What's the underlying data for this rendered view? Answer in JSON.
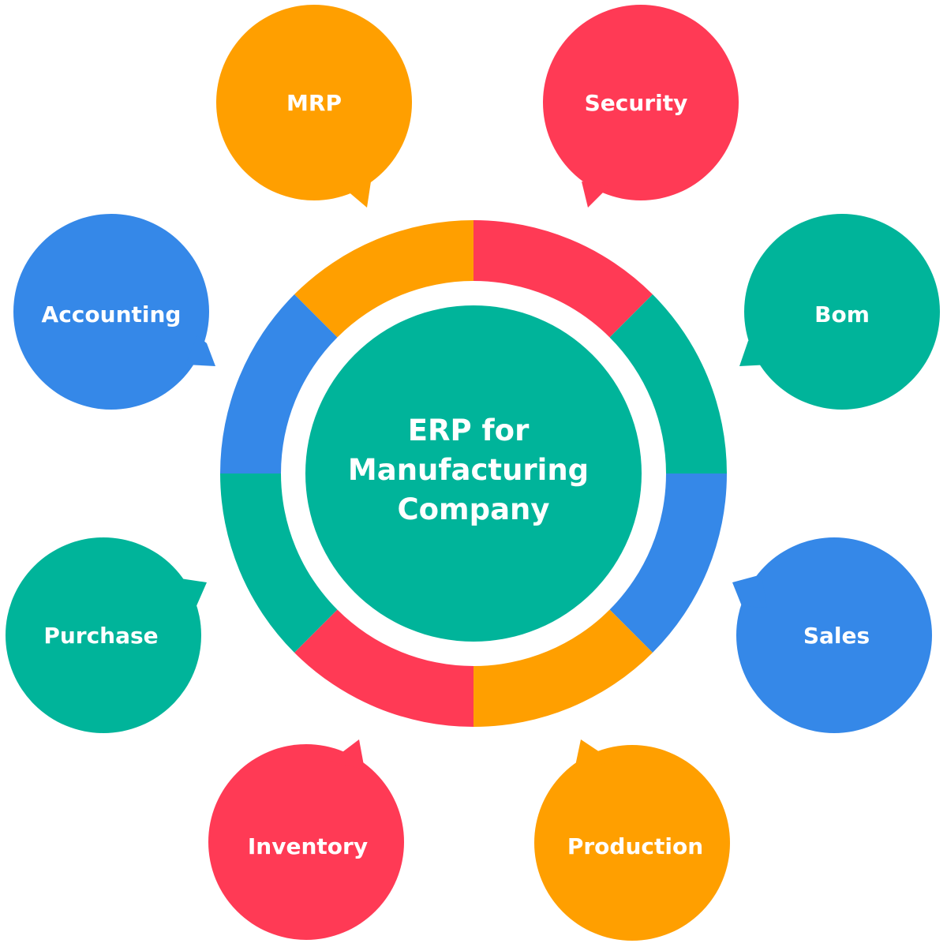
{
  "center": {
    "lines": [
      "ERP for",
      "Manufacturing",
      "Company"
    ],
    "color": "#00B49A"
  },
  "colors": {
    "orange": "#FF9F00",
    "red": "#FF3A55",
    "teal": "#00B49A",
    "blue": "#3588E8"
  },
  "ring_segments": [
    "orange",
    "red",
    "teal",
    "blue",
    "orange",
    "red",
    "teal",
    "blue"
  ],
  "modules": [
    {
      "id": "mrp",
      "label": "MRP",
      "color": "orange"
    },
    {
      "id": "security",
      "label": "Security",
      "color": "red"
    },
    {
      "id": "bom",
      "label": "Bom",
      "color": "teal"
    },
    {
      "id": "sales",
      "label": "Sales",
      "color": "blue"
    },
    {
      "id": "production",
      "label": "Production",
      "color": "orange"
    },
    {
      "id": "inventory",
      "label": "Inventory",
      "color": "red"
    },
    {
      "id": "purchase",
      "label": "Purchase",
      "color": "teal"
    },
    {
      "id": "accounting",
      "label": "Accounting",
      "color": "blue"
    }
  ]
}
